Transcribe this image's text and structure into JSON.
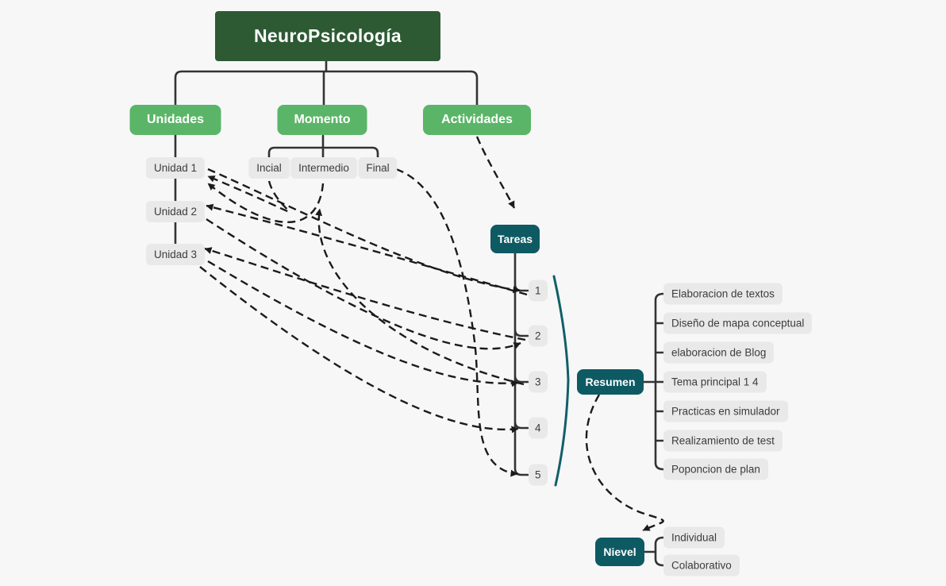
{
  "title": "NeuroPsicología",
  "branches": {
    "unidades": {
      "label": "Unidades",
      "children": [
        "Unidad 1",
        "Unidad 2",
        "Unidad 3"
      ]
    },
    "momento": {
      "label": "Momento",
      "children": [
        "Incial",
        "Intermedio",
        "Final"
      ]
    },
    "actividades": {
      "label": "Actividades"
    }
  },
  "tareas": {
    "label": "Tareas",
    "items": [
      "1",
      "2",
      "3",
      "4",
      "5"
    ]
  },
  "resumen": {
    "label": "Resumen",
    "items": [
      "Elaboracion de textos",
      "Diseño de mapa conceptual",
      "elaboracion de Blog",
      "Tema principal 1 4",
      "Practicas en simulador",
      "Realizamiento de test",
      "Poponcion de plan"
    ]
  },
  "nievel": {
    "label": "Nievel",
    "items": [
      "Individual",
      "Colaborativo"
    ]
  },
  "colors": {
    "root_green": "#2d5a33",
    "branch_green": "#5bb568",
    "teal": "#0e5a63",
    "chip_gray": "#e9e9e9",
    "solid_line": "#333333",
    "dashed_line": "#1b1b1b",
    "chevron_teal": "#115f69",
    "background": "#f7f7f8"
  }
}
